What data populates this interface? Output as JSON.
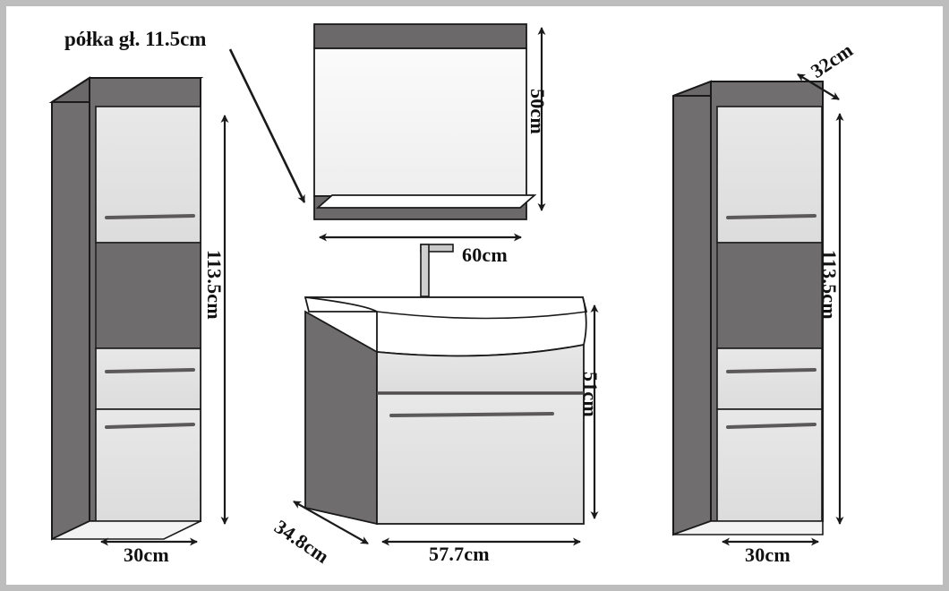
{
  "diagram": {
    "title_note": "półka gł. 11.5cm",
    "units": "cm",
    "background_color": "#ffffff",
    "frame_color": "#bdbdbd",
    "body_dark_color": "#706e6e",
    "panel_light_color": "#e2e2e2",
    "outline_color": "#1a1a1a"
  },
  "items": {
    "left_cabinet": {
      "name": "Tall side cabinet (left view)",
      "height_label": "113.5cm",
      "width_label": "30cm"
    },
    "mirror": {
      "name": "Mirror with shelf",
      "height_label": "50cm",
      "width_label": "60cm",
      "shelf_note": "półka gł. 11.5cm"
    },
    "vanity": {
      "name": "Washbasin vanity unit",
      "height_label": "51cm",
      "width_label": "57.7cm",
      "depth_label": "34.8cm"
    },
    "right_cabinet": {
      "name": "Tall side cabinet (right view)",
      "height_label": "113.5cm",
      "width_label": "30cm",
      "depth_label": "32cm"
    }
  },
  "labels": {
    "shelf_note": "półka gł. 11.5cm",
    "mirror_height": "50cm",
    "mirror_width": "60cm",
    "left_height": "113.5cm",
    "left_width": "30cm",
    "vanity_height": "51cm",
    "vanity_width": "57.7cm",
    "vanity_depth": "34.8cm",
    "right_height": "113.5cm",
    "right_width": "30cm",
    "right_depth": "32cm"
  }
}
